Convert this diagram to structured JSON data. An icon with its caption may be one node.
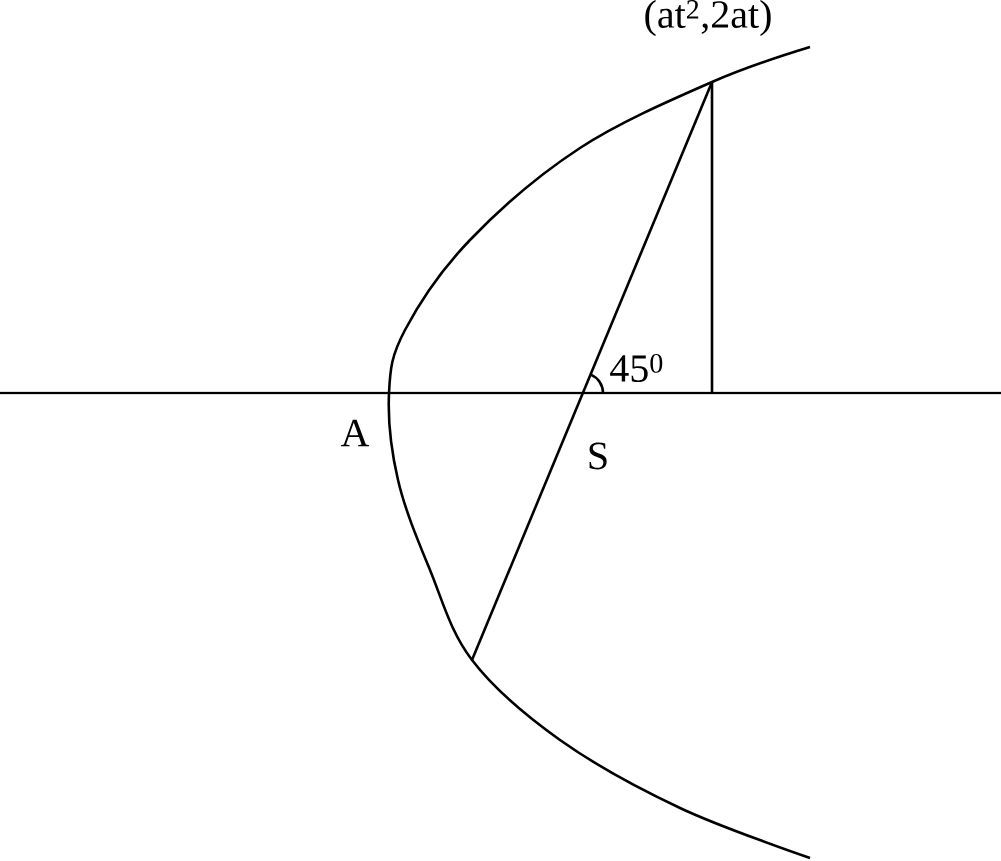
{
  "diagram": {
    "labels": [
      "(at$^{2}$,2at)",
      "45$^{0}$",
      "A",
      "S"
    ]
  }
}
